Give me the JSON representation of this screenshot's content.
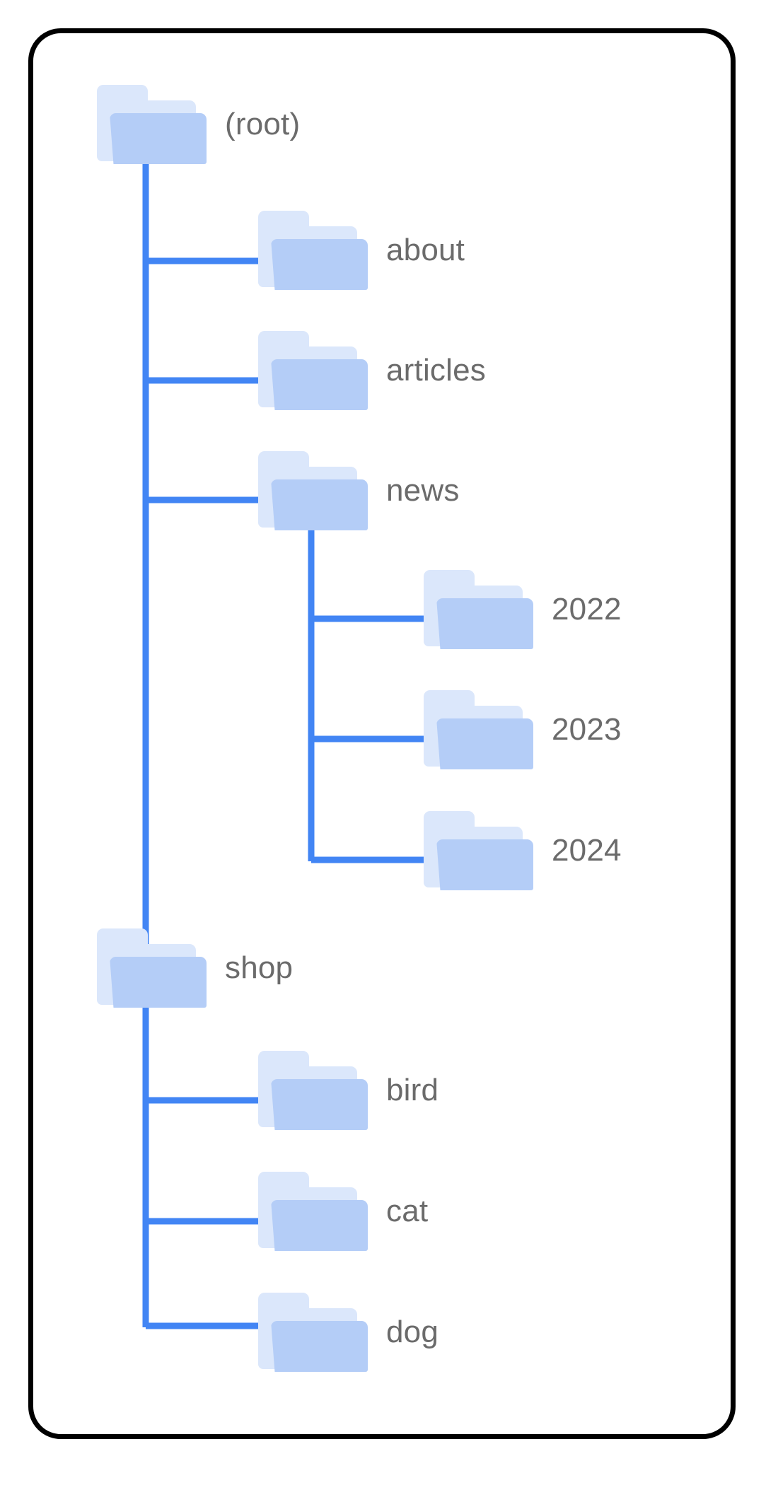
{
  "diagram": {
    "type": "folder-tree",
    "title": "",
    "colors": {
      "card_border": "#000000",
      "card_background": "#ffffff",
      "connector": "#4285f4",
      "folder_front": "#b4cdf7",
      "folder_back": "#dbe7fb",
      "label_text": "#6b6b6b"
    },
    "nodes": [
      {
        "id": "root",
        "label": "(root)",
        "depth": 0,
        "parent": null
      },
      {
        "id": "about",
        "label": "about",
        "depth": 1,
        "parent": "root"
      },
      {
        "id": "articles",
        "label": "articles",
        "depth": 1,
        "parent": "root"
      },
      {
        "id": "news",
        "label": "news",
        "depth": 1,
        "parent": "root"
      },
      {
        "id": "2022",
        "label": "2022",
        "depth": 2,
        "parent": "news"
      },
      {
        "id": "2023",
        "label": "2023",
        "depth": 2,
        "parent": "news"
      },
      {
        "id": "2024",
        "label": "2024",
        "depth": 2,
        "parent": "news"
      },
      {
        "id": "shop",
        "label": "shop",
        "depth": 0,
        "parent": "root"
      },
      {
        "id": "bird",
        "label": "bird",
        "depth": 1,
        "parent": "shop"
      },
      {
        "id": "cat",
        "label": "cat",
        "depth": 1,
        "parent": "shop"
      },
      {
        "id": "dog",
        "label": "dog",
        "depth": 1,
        "parent": "shop"
      }
    ],
    "icons": {
      "folder": "folder-icon"
    }
  }
}
